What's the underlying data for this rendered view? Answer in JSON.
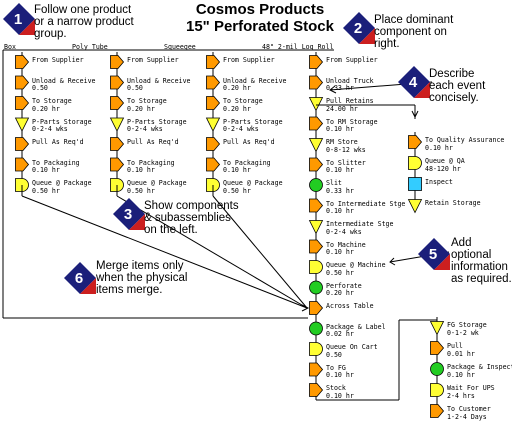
{
  "title": {
    "line1": "Cosmos Products",
    "line2": "15\" Perforated Stock"
  },
  "colors": {
    "badge_navy": "#1b1f7a",
    "badge_red": "#cc1f1f",
    "operation": "#ff9900",
    "inventory": "#ffff33",
    "inspection": "#33ccff",
    "wait": "#ffff33",
    "decision": "#22cc22"
  },
  "callouts": [
    {
      "number": "1",
      "text": "Follow one product\nor a narrow product\ngroup."
    },
    {
      "number": "2",
      "text": "Place dominant\ncomponent on\nright."
    },
    {
      "number": "3",
      "text": "Show components\n& subassemblies\non the left."
    },
    {
      "number": "4",
      "text": "Describe\neach event\nconcisely."
    },
    {
      "number": "5",
      "text": "Add optional\ninformation\nas required."
    },
    {
      "number": "6",
      "text": "Merge items only\nwhen the physical\nitems merge."
    }
  ],
  "columns": [
    {
      "header": "Box",
      "steps": [
        {
          "type": "operation",
          "text": "From Supplier"
        },
        {
          "type": "operation",
          "text": "Unload & Receive\n0.50"
        },
        {
          "type": "operation",
          "text": "To Storage\n0.20 hr"
        },
        {
          "type": "inventory",
          "text": "P-Parts Storage\n0-2-4 wks"
        },
        {
          "type": "operation",
          "text": "Pull As Req'd"
        },
        {
          "type": "operation",
          "text": "To Packaging\n0.10 hr"
        },
        {
          "type": "wait",
          "text": "Queue @ Package\n0.50 hr"
        }
      ]
    },
    {
      "header": "Poly Tube",
      "steps": [
        {
          "type": "operation",
          "text": "From Supplier"
        },
        {
          "type": "operation",
          "text": "Unload & Receive\n0.50"
        },
        {
          "type": "operation",
          "text": "To Storage\n0.20 hr"
        },
        {
          "type": "inventory",
          "text": "P-Parts Storage\n0-2-4 wks"
        },
        {
          "type": "operation",
          "text": "Pull As Req'd"
        },
        {
          "type": "operation",
          "text": "To Packaging\n0.10 hr"
        },
        {
          "type": "wait",
          "text": "Queue @ Package\n0.50 hr"
        }
      ]
    },
    {
      "header": "Squeegee",
      "steps": [
        {
          "type": "operation",
          "text": "From Supplier"
        },
        {
          "type": "operation",
          "text": "Unload & Receive\n0.20 hr"
        },
        {
          "type": "operation",
          "text": "To Storage\n0.20 hr"
        },
        {
          "type": "inventory",
          "text": "P-Parts Storage\n0-2-4 wks"
        },
        {
          "type": "operation",
          "text": "Pull As Req'd"
        },
        {
          "type": "operation",
          "text": "To Packaging\n0.10 hr"
        },
        {
          "type": "wait",
          "text": "Queue @ Package\n0.50 hr"
        }
      ]
    },
    {
      "header": "48\" 2-mil Log Roll",
      "steps": [
        {
          "type": "operation",
          "text": "From Supplier"
        },
        {
          "type": "operation",
          "text": "Unload Truck\n0.33 hr"
        },
        {
          "type": "inventory",
          "text": "Pull Retains\n24.00 hr"
        },
        {
          "type": "operation",
          "text": "To RM Storage\n0.10 hr"
        },
        {
          "type": "inventory",
          "text": "RM Store\n0-8-12 wks"
        },
        {
          "type": "operation",
          "text": "To Slitter\n0.10 hr"
        },
        {
          "type": "decision",
          "text": "Slit\n0.33 hr"
        },
        {
          "type": "operation",
          "text": "To Intermediate Stge\n0.10 hr"
        },
        {
          "type": "inventory",
          "text": "Intermediate Stge\n0-2-4 wks"
        },
        {
          "type": "operation",
          "text": "To Machine\n0.10 hr"
        },
        {
          "type": "wait",
          "text": "Queue @ Machine\n0.50 hr"
        },
        {
          "type": "decision",
          "text": "Perforate\n0.20 hr"
        },
        {
          "type": "operation",
          "text": "Across Table"
        },
        {
          "type": "decision",
          "text": "Package & Label\n0.02 hr"
        },
        {
          "type": "wait",
          "text": "Queue On Cart\n0.50"
        },
        {
          "type": "operation",
          "text": "To FG\n0.10 hr"
        },
        {
          "type": "operation",
          "text": "Stock\n0.10 hr"
        }
      ]
    }
  ],
  "branch": [
    {
      "type": "operation",
      "text": "To Quality Assurance\n0.10 hr"
    },
    {
      "type": "wait",
      "text": "Queue @ QA\n48-120 hr"
    },
    {
      "type": "inspection",
      "text": "Inspect"
    },
    {
      "type": "inventory",
      "text": "Retain Storage"
    }
  ],
  "finish": [
    {
      "type": "inventory",
      "text": "FG Storage\n0-1-2 wk"
    },
    {
      "type": "operation",
      "text": "Pull\n0.01 hr"
    },
    {
      "type": "decision",
      "text": "Package & Inspect\n0.10 hr"
    },
    {
      "type": "wait",
      "text": "Wait For UPS\n2-4 hrs"
    },
    {
      "type": "operation",
      "text": "To Customer\n1-2-4 Days"
    }
  ]
}
